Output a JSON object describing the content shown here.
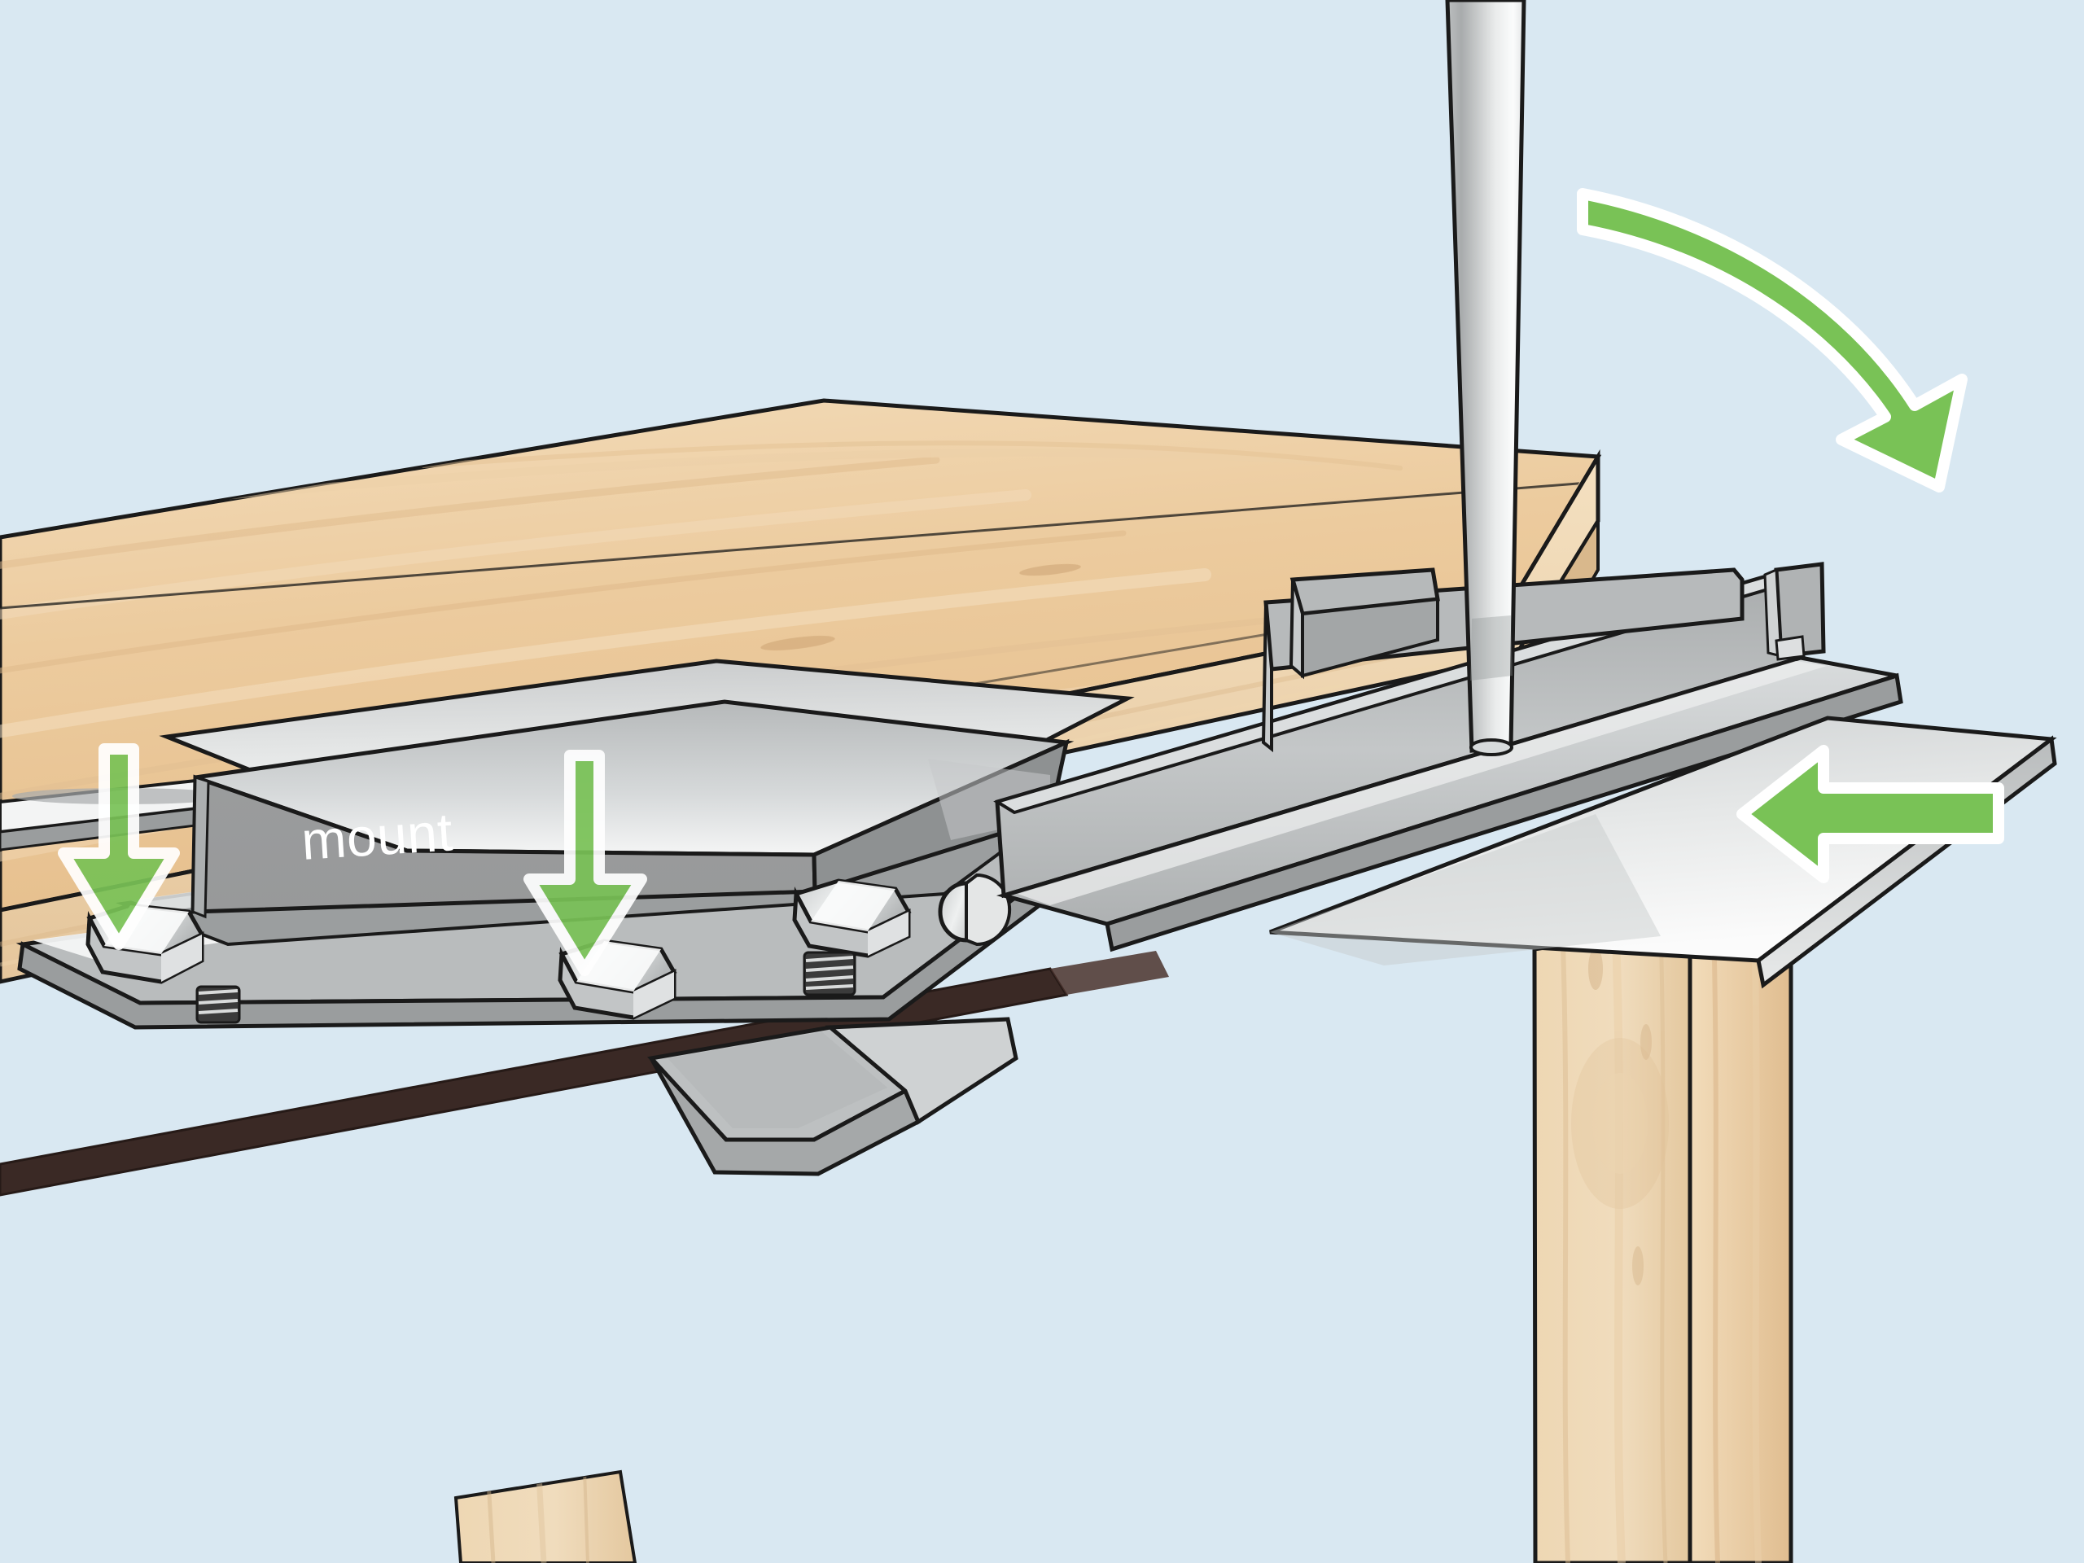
{
  "illustration": {
    "title": "Table saw fence mount installation diagram",
    "style": "3d-line-drawing",
    "background_color": "#d9e8f2"
  },
  "labels": {
    "mount": "mount"
  },
  "annotations": {
    "arrow_color": "#79c256",
    "arrow_outline": "#ffffff",
    "items": [
      {
        "name": "curved-swing-arrow",
        "direction": "clockwise-down-right",
        "meaning": "lower the fence rail down"
      },
      {
        "name": "down-arrow-left",
        "direction": "down",
        "meaning": "press mount down onto left bolt"
      },
      {
        "name": "down-arrow-center",
        "direction": "down",
        "meaning": "press mount down onto center bolt"
      },
      {
        "name": "left-arrow-right",
        "direction": "left",
        "meaning": "slide the rail plate to the left"
      }
    ]
  },
  "parts": {
    "workbench": {
      "name": "wooden workbench",
      "top_color": "#e9c79a",
      "face_color": "#f0d4ae",
      "leg_color": "#e8cba6"
    },
    "saw_slot": {
      "name": "saw kerf slot",
      "color": "#3c2a26"
    },
    "metal": {
      "name": "aluminum fence parts",
      "light": "#fdfdfd",
      "mid": "#b9bcbd",
      "dark": "#8e9294",
      "line": "#1a1a1a"
    },
    "mount_plate": {
      "name": "mount bracket",
      "color": "#9a9c9d"
    },
    "bolts": {
      "name": "hex bolts",
      "count": 3
    },
    "pole": {
      "name": "vertical guide pole"
    }
  }
}
